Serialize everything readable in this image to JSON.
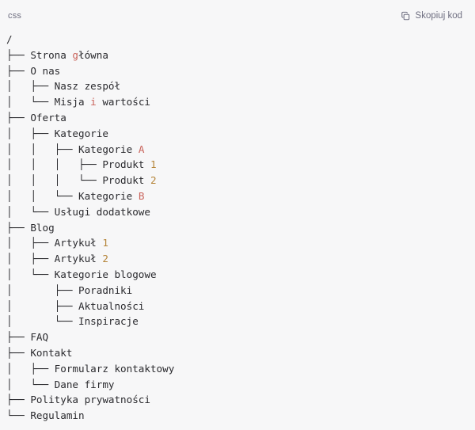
{
  "code_block": {
    "language_label": "css",
    "copy_button_label": "Skopiuj kod",
    "copy_icon": "copy-icon",
    "colors": {
      "background": "#f7f7f8",
      "text": "#2a2a2e",
      "muted": "#6e6e80",
      "highlight_red": "#c9635b",
      "highlight_amber": "#b5853a"
    },
    "lines": [
      {
        "text": "/",
        "segments": [
          {
            "t": "/",
            "c": "plain"
          }
        ]
      },
      {
        "text": "├── Strona główna",
        "segments": [
          {
            "t": "├── Strona ",
            "c": "plain"
          },
          {
            "t": "g",
            "c": "red"
          },
          {
            "t": "łówna",
            "c": "plain"
          }
        ]
      },
      {
        "text": "├── O nas",
        "segments": [
          {
            "t": "├── O nas",
            "c": "plain"
          }
        ]
      },
      {
        "text": "│   ├── Nasz zespół",
        "segments": [
          {
            "t": "│   ├── Nasz zespół",
            "c": "plain"
          }
        ]
      },
      {
        "text": "│   └── Misja i wartości",
        "segments": [
          {
            "t": "│   └── Misja ",
            "c": "plain"
          },
          {
            "t": "i",
            "c": "red"
          },
          {
            "t": " wartości",
            "c": "plain"
          }
        ]
      },
      {
        "text": "├── Oferta",
        "segments": [
          {
            "t": "├── Oferta",
            "c": "plain"
          }
        ]
      },
      {
        "text": "│   ├── Kategorie",
        "segments": [
          {
            "t": "│   ├── Kategorie",
            "c": "plain"
          }
        ]
      },
      {
        "text": "│   │   ├── Kategorie A",
        "segments": [
          {
            "t": "│   │   ├── Kategorie ",
            "c": "plain"
          },
          {
            "t": "A",
            "c": "red"
          }
        ]
      },
      {
        "text": "│   │   │   ├── Produkt 1",
        "segments": [
          {
            "t": "│   │   │   ├── Produkt ",
            "c": "plain"
          },
          {
            "t": "1",
            "c": "amber"
          }
        ]
      },
      {
        "text": "│   │   │   └── Produkt 2",
        "segments": [
          {
            "t": "│   │   │   └── Produkt ",
            "c": "plain"
          },
          {
            "t": "2",
            "c": "amber"
          }
        ]
      },
      {
        "text": "│   │   └── Kategorie B",
        "segments": [
          {
            "t": "│   │   └── Kategorie ",
            "c": "plain"
          },
          {
            "t": "B",
            "c": "red"
          }
        ]
      },
      {
        "text": "│   └── Usługi dodatkowe",
        "segments": [
          {
            "t": "│   └── Usługi dodatkowe",
            "c": "plain"
          }
        ]
      },
      {
        "text": "├── Blog",
        "segments": [
          {
            "t": "├── Blog",
            "c": "plain"
          }
        ]
      },
      {
        "text": "│   ├── Artykuł 1",
        "segments": [
          {
            "t": "│   ├── Artykuł ",
            "c": "plain"
          },
          {
            "t": "1",
            "c": "amber"
          }
        ]
      },
      {
        "text": "│   ├── Artykuł 2",
        "segments": [
          {
            "t": "│   ├── Artykuł ",
            "c": "plain"
          },
          {
            "t": "2",
            "c": "amber"
          }
        ]
      },
      {
        "text": "│   └── Kategorie blogowe",
        "segments": [
          {
            "t": "│   └── Kategorie blogowe",
            "c": "plain"
          }
        ]
      },
      {
        "text": "│       ├── Poradniki",
        "segments": [
          {
            "t": "│       ├── Poradniki",
            "c": "plain"
          }
        ]
      },
      {
        "text": "│       ├── Aktualności",
        "segments": [
          {
            "t": "│       ├── Aktualności",
            "c": "plain"
          }
        ]
      },
      {
        "text": "│       └── Inspiracje",
        "segments": [
          {
            "t": "│       └── Inspiracje",
            "c": "plain"
          }
        ]
      },
      {
        "text": "├── FAQ",
        "segments": [
          {
            "t": "├── FAQ",
            "c": "plain"
          }
        ]
      },
      {
        "text": "├── Kontakt",
        "segments": [
          {
            "t": "├── Kontakt",
            "c": "plain"
          }
        ]
      },
      {
        "text": "│   ├── Formularz kontaktowy",
        "segments": [
          {
            "t": "│   ├── Formularz kontaktowy",
            "c": "plain"
          }
        ]
      },
      {
        "text": "│   └── Dane firmy",
        "segments": [
          {
            "t": "│   └── Dane firmy",
            "c": "plain"
          }
        ]
      },
      {
        "text": "├── Polityka prywatności",
        "segments": [
          {
            "t": "├── Polityka prywatności",
            "c": "plain"
          }
        ]
      },
      {
        "text": "└── Regulamin",
        "segments": [
          {
            "t": "└── Regulamin",
            "c": "plain"
          }
        ]
      }
    ]
  }
}
